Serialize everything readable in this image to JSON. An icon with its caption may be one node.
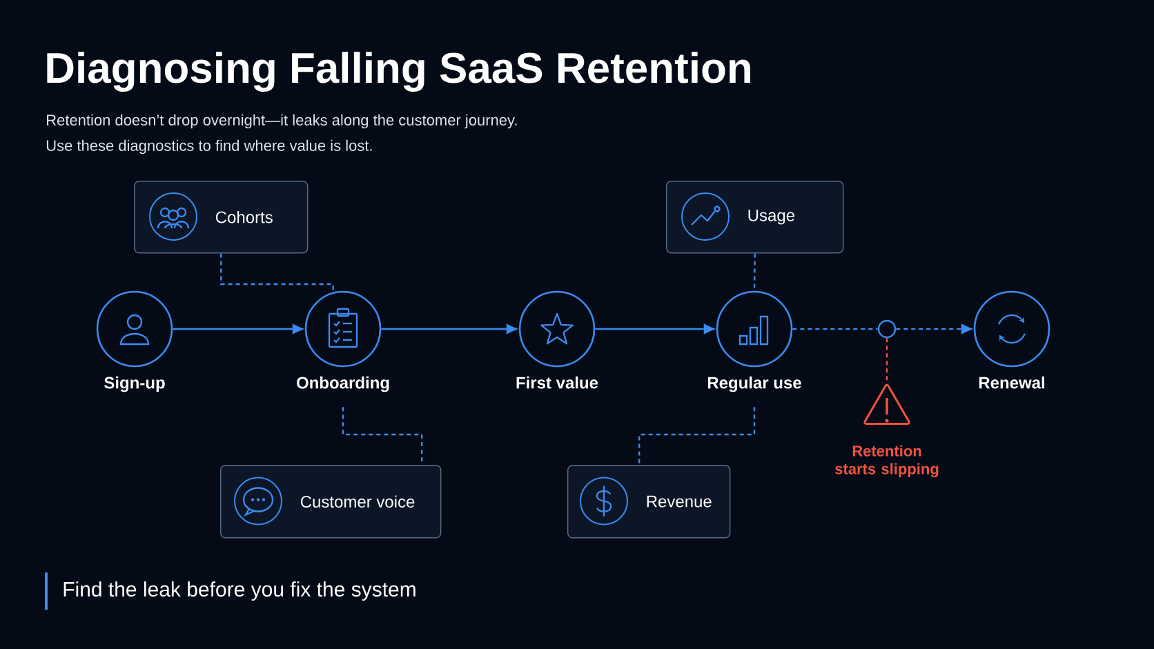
{
  "diagram": {
    "title": "Diagnosing Falling SaaS Retention",
    "nodes": [
      {
        "text": [
          "Cohorts"
        ]
      },
      {
        "text": [
          "Usage"
        ]
      },
      {
        "text": [
          "Sign-up"
        ]
      },
      {
        "text": [
          "Onboarding"
        ]
      },
      {
        "text": [
          "First value"
        ]
      },
      {
        "text": [
          "Regular use"
        ]
      },
      {
        "text": [],
        "shape": "circle"
      },
      {
        "text": [
          "Renewal"
        ]
      },
      {
        "text": [
          "Customer voice"
        ]
      },
      {
        "text": [
          "Revenue"
        ]
      },
      {
        "text": [],
        "shape": "triangle",
        "beside": [
          "Retention starts slipping"
        ]
      }
    ],
    "edges": [
      {
        "from": 2,
        "to": 3,
        "arrow": "to"
      },
      {
        "from": 3,
        "to": 4,
        "arrow": "to"
      },
      {
        "from": 4,
        "to": 5,
        "arrow": "to"
      },
      {
        "from": 5,
        "to": 6,
        "arrow": "none",
        "style": "dashed"
      },
      {
        "from": 6,
        "to": 7,
        "arrow": "to",
        "style": "dashed"
      },
      {
        "from": 0,
        "to": 3,
        "arrow": "none",
        "style": "dashed"
      },
      {
        "from": 1,
        "to": 5,
        "arrow": "none",
        "style": "dashed"
      },
      {
        "from": 3,
        "to": 8,
        "arrow": "none",
        "style": "dashed"
      },
      {
        "from": 5,
        "to": 9,
        "arrow": "none",
        "style": "dashed"
      },
      {
        "from": 6,
        "to": 10,
        "arrow": "none",
        "style": "dashed",
        "color": "#f0533f"
      }
    ],
    "labels": [
      "Retention doesn’t drop overnight—it leaks along the customer journey.",
      "Use these diagnostics to find where value is lost.",
      "Find the leak before you fix the system"
    ]
  }
}
